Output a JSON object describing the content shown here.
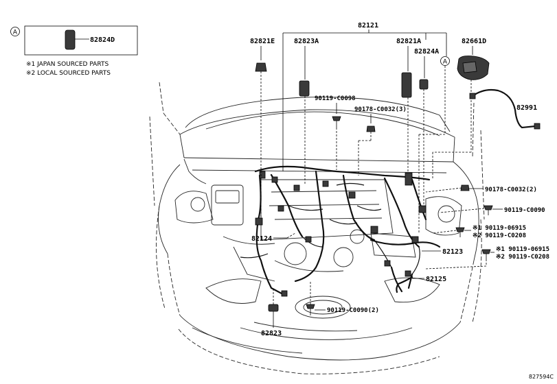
{
  "callout_marker": "A",
  "legend": {
    "part": "82824D",
    "note1": "※1 JAPAN SOURCED PARTS",
    "note2": "※2 LOCAL SOURCED PARTS"
  },
  "labels": {
    "p82121": "82121",
    "p82821E": "82821E",
    "p82823A": "82823A",
    "p82821A": "82821A",
    "p82824A": "82824A",
    "p82661D": "82661D",
    "p90119_C0098": "90119-C0098",
    "p90178_C0032_3": "90178-C0032(3)",
    "p82991": "82991",
    "p90178_C0032_2": "90178-C0032(2)",
    "p90119_C0090": "90119-C0090",
    "p1_90119_06915_a": "※1 90119-06915",
    "p2_90119_C0208_a": "※2 90119-C0208",
    "p82124": "82124",
    "p82123": "82123",
    "p1_90119_06915_b": "※1 90119-06915",
    "p2_90119_C0208_b": "※2 90119-C0208",
    "p82125": "82125",
    "p90119_C0090_2": "90119-C0090(2)",
    "p82823": "82823"
  },
  "figure_code": "827594C"
}
